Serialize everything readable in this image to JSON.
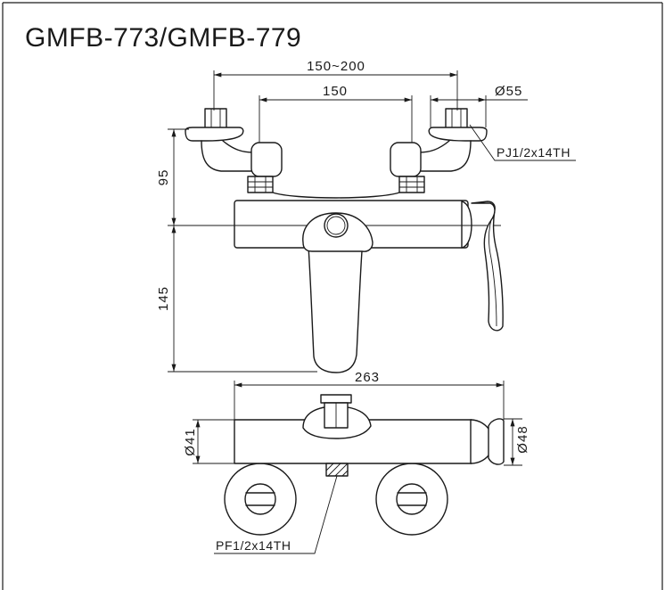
{
  "title": "GMFB-773/GMFB-779",
  "dimensions": {
    "inlet_span": "150~200",
    "inlet_center": "150",
    "flange_diameter": "Ø55",
    "inlet_thread": "PJ1/2x14TH",
    "inlet_height": "95",
    "handle_height": "145",
    "body_length": "263",
    "body_diameter": "Ø41",
    "knob_diameter": "Ø48",
    "outlet_thread": "PF1/2x14TH"
  }
}
